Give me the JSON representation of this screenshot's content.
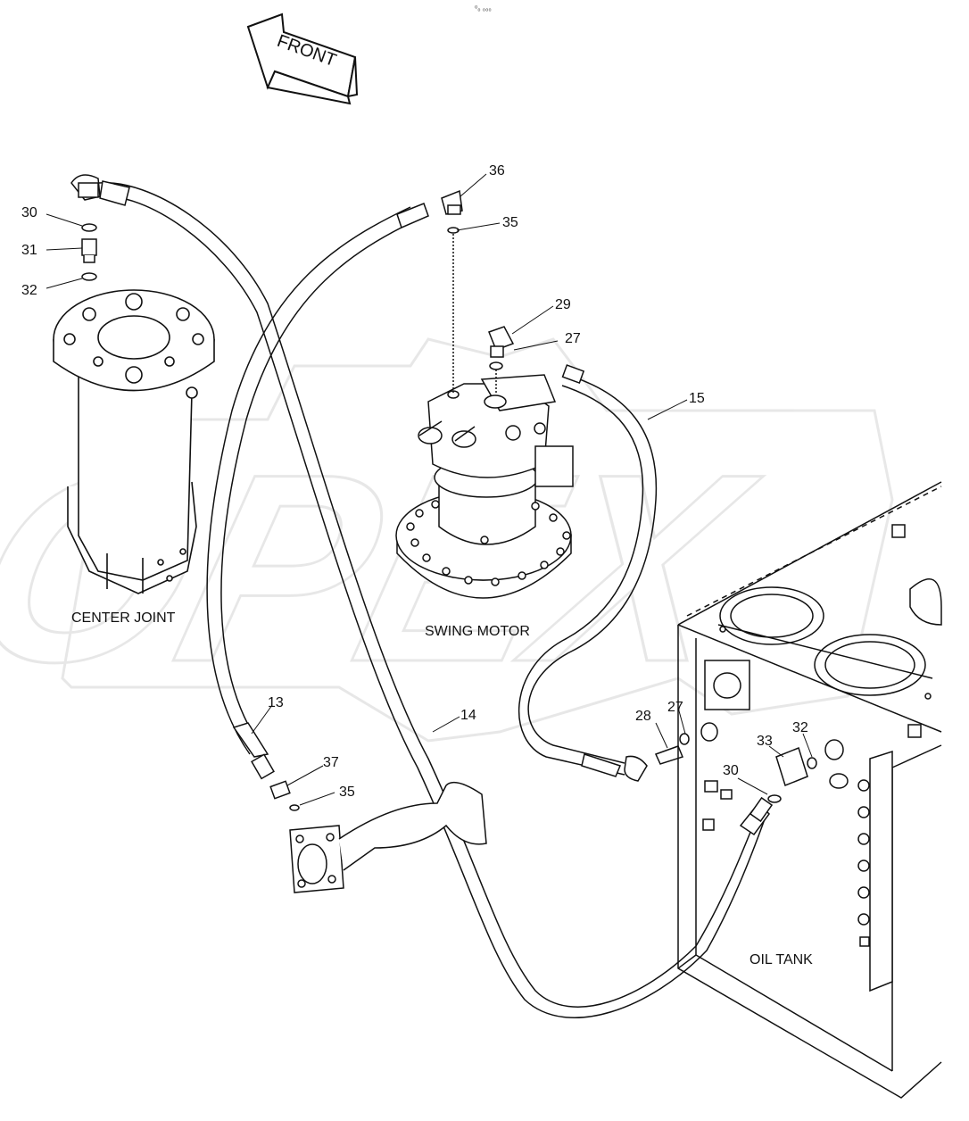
{
  "header_mark": "⁰₀ ₀₀₀",
  "front_label": "FRONT",
  "watermark_text": "OPEX",
  "component_labels": {
    "center_joint": "CENTER JOINT",
    "swing_motor": "SWING MOTOR",
    "oil_tank": "OIL TANK"
  },
  "part_numbers": {
    "p36": "36",
    "p35_top": "35",
    "p30_left": "30",
    "p31": "31",
    "p32_left": "32",
    "p29": "29",
    "p27_top": "27",
    "p15": "15",
    "p13": "13",
    "p14": "14",
    "p37": "37",
    "p35_bottom": "35",
    "p28": "28",
    "p27_bottom": "27",
    "p33": "33",
    "p32_right": "32",
    "p30_right": "30"
  },
  "colors": {
    "line": "#111111",
    "watermark": "#d9d9d9"
  }
}
